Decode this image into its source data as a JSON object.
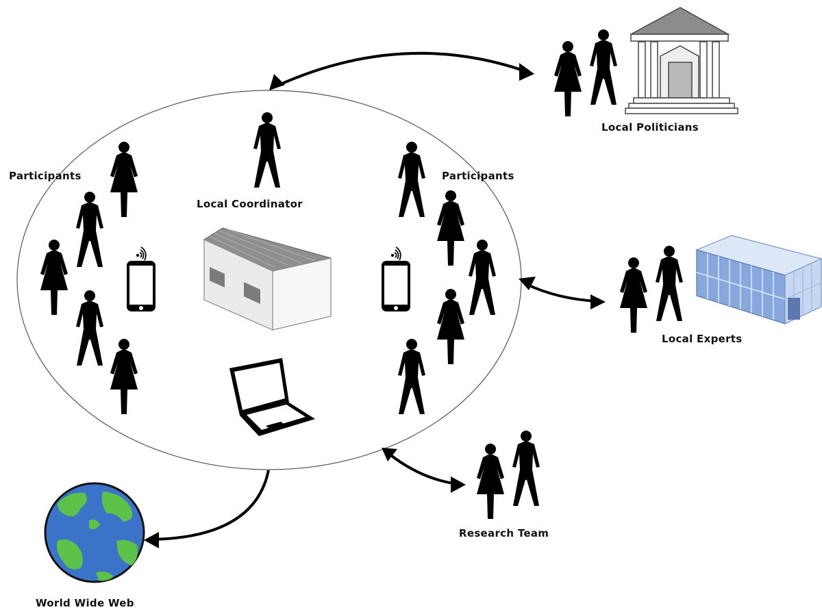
{
  "labels": {
    "participants_left": "Participants",
    "participants_right": "Participants",
    "local_coordinator": "Local Coordinator",
    "local_politicians": "Local Politicians",
    "local_experts": "Local Experts",
    "research_team": "Research Team",
    "world_wide_web": "World Wide Web"
  },
  "colors": {
    "ink": "#000000",
    "globe_ocean": "#3b73c8",
    "globe_land": "#5cc24a",
    "building_blue": "#a9c3ea",
    "container_gray": "#cfcfcf"
  }
}
